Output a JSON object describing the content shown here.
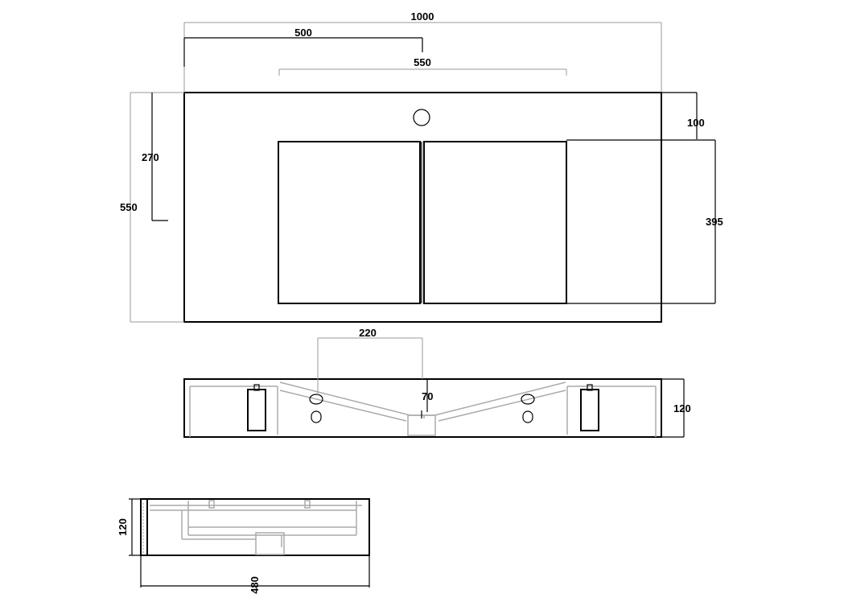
{
  "dimensions": {
    "overall_width": "1000",
    "half_width": "500",
    "basin_width": "550",
    "overall_depth": "550",
    "tap_to_basin": "270",
    "front_to_basin": "100",
    "basin_depth": "395",
    "holes_spacing": "220",
    "drain_height": "70",
    "front_height": "120",
    "side_height": "120",
    "side_depth": "480"
  }
}
